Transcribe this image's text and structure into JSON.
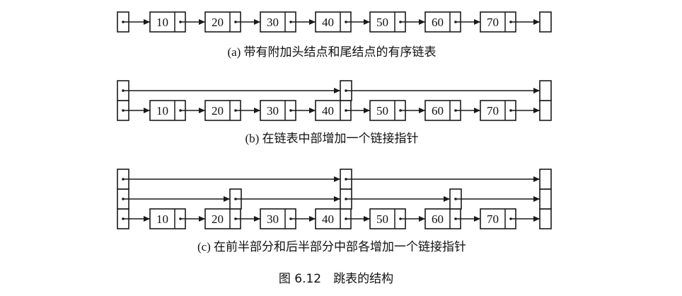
{
  "values": [
    "10",
    "20",
    "30",
    "40",
    "50",
    "60",
    "70"
  ],
  "captions": {
    "a": "(a) 带有附加头结点和尾结点的有序链表",
    "b": "(b) 在链表中部增加一个链接指针",
    "c": "(c) 在前半部分和后半部分中部各增加一个链接指针"
  },
  "figure_caption": "图 6.12　跳表的结构",
  "lists": [
    {
      "id": "a",
      "levels": [
        0,
        0,
        0,
        0,
        0,
        0,
        0
      ]
    },
    {
      "id": "b",
      "levels": [
        0,
        0,
        0,
        1,
        0,
        0,
        0
      ]
    },
    {
      "id": "c",
      "levels": [
        0,
        1,
        0,
        2,
        0,
        1,
        0
      ]
    }
  ]
}
